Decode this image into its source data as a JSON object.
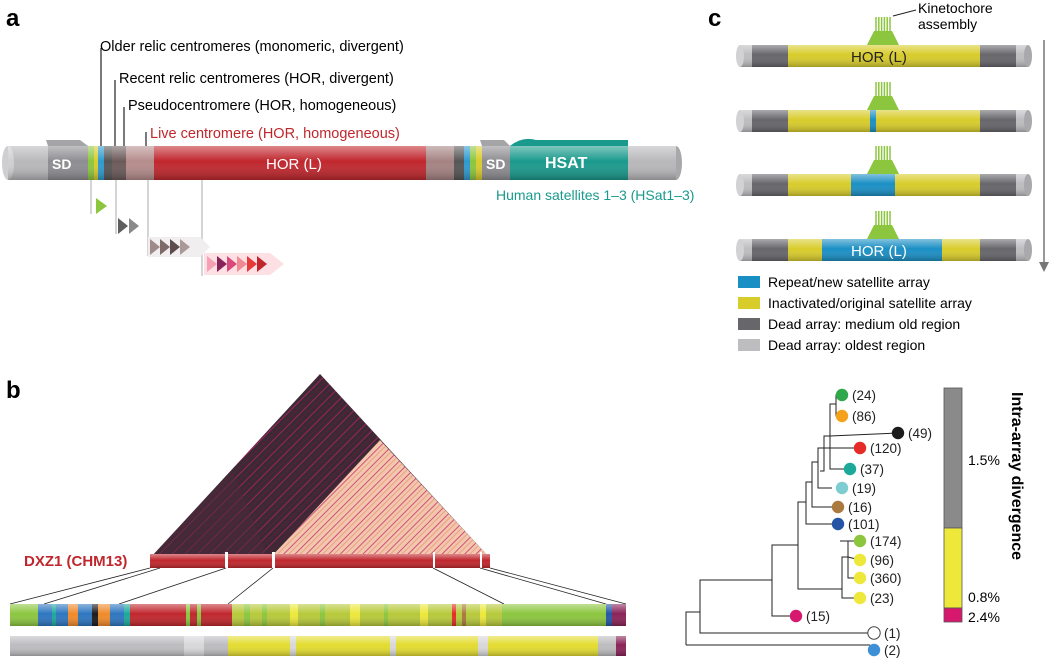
{
  "panel_a": {
    "letter": "a",
    "older_relic": "Older relic centromeres (monomeric, divergent)",
    "recent_relic": "Recent relic centromeres (HOR, divergent)",
    "pseudocentromere": "Pseudocentromere (HOR, homogeneous)",
    "live_centromere": "Live centromere (HOR, homogeneous)",
    "sd_left": "SD",
    "sd_right": "SD",
    "hor": "HOR (L)",
    "hsat": "HSAT",
    "human_satellites": "Human satellites 1–3 (HSat1–3)",
    "colors": {
      "live": "#c0272d",
      "hsat": "#1a9a8c",
      "sd": "#9a9a9a"
    }
  },
  "panel_b": {
    "letter": "b",
    "dxz1": "DXZ1 (CHM13)",
    "colors": {
      "heatmap_dark": "#3a2a33",
      "heatmap_light": "#f3c7ad",
      "pink": "#d6196f"
    }
  },
  "panel_c": {
    "letter": "c",
    "kinetochore": "Kinetochore\nassembly",
    "kinetochore_line1": "Kinetochore",
    "kinetochore_line2": "assembly",
    "hor_top": "HOR (L)",
    "hor_bottom": "HOR (L)",
    "legend": [
      {
        "label": "Repeat/new satellite array",
        "color": "#1a8fc4"
      },
      {
        "label": "Inactivated/original satellite array",
        "color": "#d8cc2b"
      },
      {
        "label": "Dead array: medium old region",
        "color": "#66666b"
      },
      {
        "label": "Dead array: oldest region",
        "color": "#bdbdc0"
      }
    ]
  },
  "tree": {
    "leaves": [
      {
        "label": "(24)",
        "color": "#2ea84a"
      },
      {
        "label": "(86)",
        "color": "#f4a21c"
      },
      {
        "label": "(49)",
        "color": "#1b1b1b"
      },
      {
        "label": "(120)",
        "color": "#e42b25"
      },
      {
        "label": "(37)",
        "color": "#1ba99a"
      },
      {
        "label": "(19)",
        "color": "#7ecdd1"
      },
      {
        "label": "(16)",
        "color": "#a9793e"
      },
      {
        "label": "(101)",
        "color": "#2554a6"
      },
      {
        "label": "(174)",
        "color": "#8cc63f"
      },
      {
        "label": "(96)",
        "color": "#ede83a"
      },
      {
        "label": "(360)",
        "color": "#ede83a"
      },
      {
        "label": "(23)",
        "color": "#ede83a"
      },
      {
        "label": "(15)",
        "color": "#d6196f"
      },
      {
        "label": "(1)",
        "color": "#ffffff"
      },
      {
        "label": "(2)",
        "color": "#3d8fd6"
      }
    ],
    "scale": {
      "top": "1.5%",
      "mid": "0.8%",
      "bottom": "2.4%",
      "title": "Intra-array divergence"
    }
  }
}
